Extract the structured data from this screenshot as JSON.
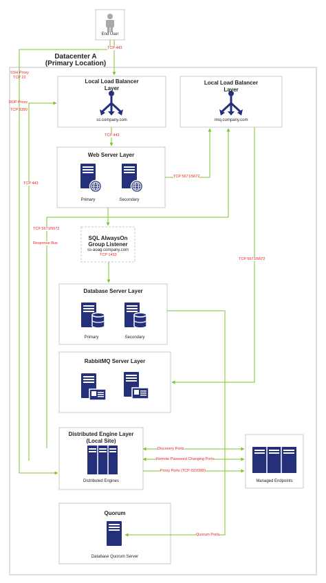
{
  "end_user": {
    "label": "End User"
  },
  "datacenter": {
    "title_line1": "Datacenter A",
    "title_line2": "(Primary Location)"
  },
  "lb_left": {
    "title_line1": "Local Load Balancer",
    "title_line2": "Layer",
    "host": "ss.company.com"
  },
  "lb_right": {
    "title_line1": "Local Load Balancer",
    "title_line2": "Layer",
    "host": "rmq.company.com"
  },
  "web": {
    "title": "Web Server Layer",
    "primary": "Primary",
    "secondary": "Secondary"
  },
  "sql": {
    "line1": "SQL AlwaysOn",
    "line2": "Group Listener",
    "host": "ss-aoag.company.com"
  },
  "db": {
    "title": "Database Server Layer",
    "primary": "Primary",
    "secondary": "Secondary"
  },
  "rmq": {
    "title": "RabbitMQ Server Layer"
  },
  "engine": {
    "title_line1": "Distributed Engine Layer",
    "title_line2": "(Local Site)",
    "caption": "Distributed Engines"
  },
  "endpoints": {
    "caption": "Managed Endpoints"
  },
  "quorum": {
    "title": "Quorum",
    "caption": "Database Quorum Server"
  },
  "ports": {
    "tcp443_top": "TCP 443",
    "ssh_proxy": "SSH Proxy",
    "tcp22": "TCP 22",
    "rdp_proxy": "RDP Proxy",
    "tcp3390": "TCP 3390",
    "tcp443_lb": "TCP 443",
    "tcp443_left": "TCP 443",
    "tcp5671_web": "TCP 5671/5672",
    "tcp5671_left": "TCP 5671/5672",
    "response_bus": "Response Bus",
    "tcp1433": "TCP 1433",
    "tcp5671_right": "TCP 5671/5672",
    "discovery": "Discovery Ports",
    "remote_pw": "Remote Password Changing Ports",
    "proxy_ports": "Proxy Ports (TCP 22/3389)",
    "quorum_ports": "Quorum Ports"
  },
  "colors": {
    "line": "#7dc42a",
    "port_text": "#e8211d",
    "server": "#24307a",
    "box_border": "#c9c9c9"
  }
}
